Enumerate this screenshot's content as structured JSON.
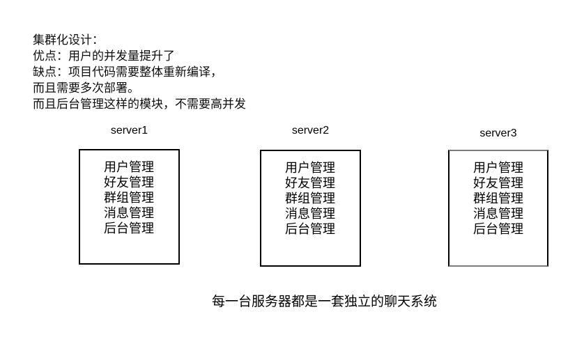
{
  "heading": {
    "lines": [
      "集群化设计：",
      "优点：用户的并发量提升了",
      "缺点：项目代码需要整体重新编译，",
      "而且需要多次部署。",
      "而且后台管理这样的模块，不需要高并发"
    ]
  },
  "servers": [
    {
      "label": "server1",
      "modules": [
        "用户管理",
        "好友管理",
        "群组管理",
        "消息管理",
        "后台管理"
      ]
    },
    {
      "label": "server2",
      "modules": [
        "用户管理",
        "好友管理",
        "群组管理",
        "消息管理",
        "后台管理"
      ]
    },
    {
      "label": "server3",
      "modules": [
        "用户管理",
        "好友管理",
        "群组管理",
        "消息管理",
        "后台管理"
      ]
    }
  ],
  "caption": "每一台服务器都是一套独立的聊天系统",
  "colors": {
    "background": "#ffffff",
    "text": "#000000",
    "box_border": "#000000"
  }
}
